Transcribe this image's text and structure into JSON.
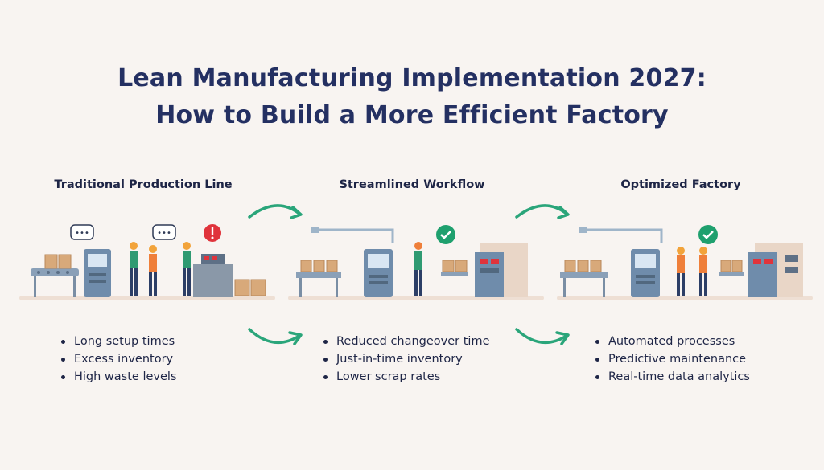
{
  "title": {
    "line1": "Lean Manufacturing Implementation 2027:",
    "line2": "How to Build a More Efficient Factory"
  },
  "stages": [
    {
      "title": "Traditional Production Line",
      "bullets": [
        "Long setup times",
        "Excess inventory",
        "High waste levels"
      ],
      "status_icon": "alert-icon"
    },
    {
      "title": "Streamlined Workflow",
      "bullets": [
        "Reduced changeover time",
        "Just-in-time inventory",
        "Lower scrap rates"
      ],
      "status_icon": "check-icon"
    },
    {
      "title": "Optimized Factory",
      "bullets": [
        "Automated processes",
        "Predictive maintenance",
        "Real-time data analytics"
      ],
      "status_icon": "check-icon"
    }
  ],
  "colors": {
    "title": "#243062",
    "arrow": "#2aa57a",
    "check": "#1fa06e",
    "alert": "#e0333b",
    "machine": "#6f8cab",
    "box": "#d8a97a",
    "worker_hat": "#f2a33a"
  }
}
